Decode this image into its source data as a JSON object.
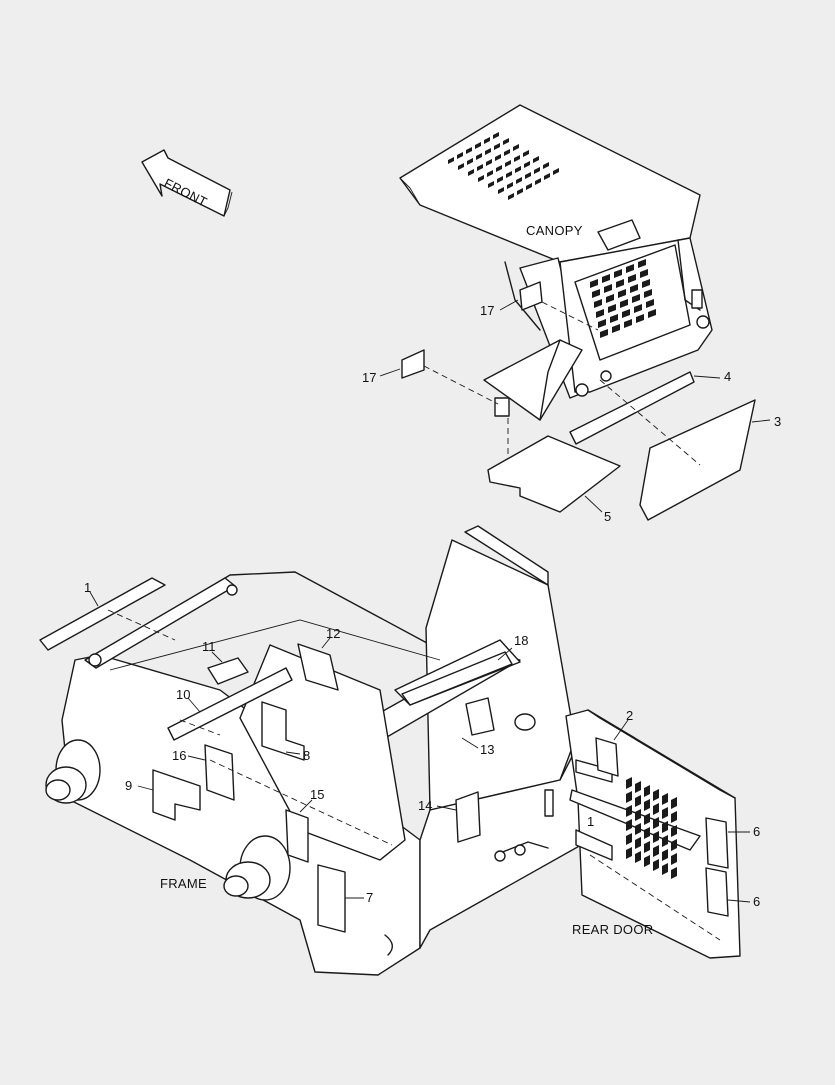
{
  "labels": {
    "front": "FRONT",
    "canopy": "CANOPY",
    "frame": "FRAME",
    "rear_door": "REAR DOOR"
  },
  "callouts": {
    "c1a": "1",
    "c1b": "1",
    "c2": "2",
    "c3": "3",
    "c4": "4",
    "c5": "5",
    "c6a": "6",
    "c6b": "6",
    "c7": "7",
    "c8": "8",
    "c9": "9",
    "c10": "10",
    "c11": "11",
    "c12": "12",
    "c13": "13",
    "c14": "14",
    "c15": "15",
    "c16": "16",
    "c17a": "17",
    "c17b": "17",
    "c18": "18"
  },
  "colors": {
    "background": "#eeeeee",
    "line": "#1a1a1a",
    "panel": "#ffffff"
  }
}
